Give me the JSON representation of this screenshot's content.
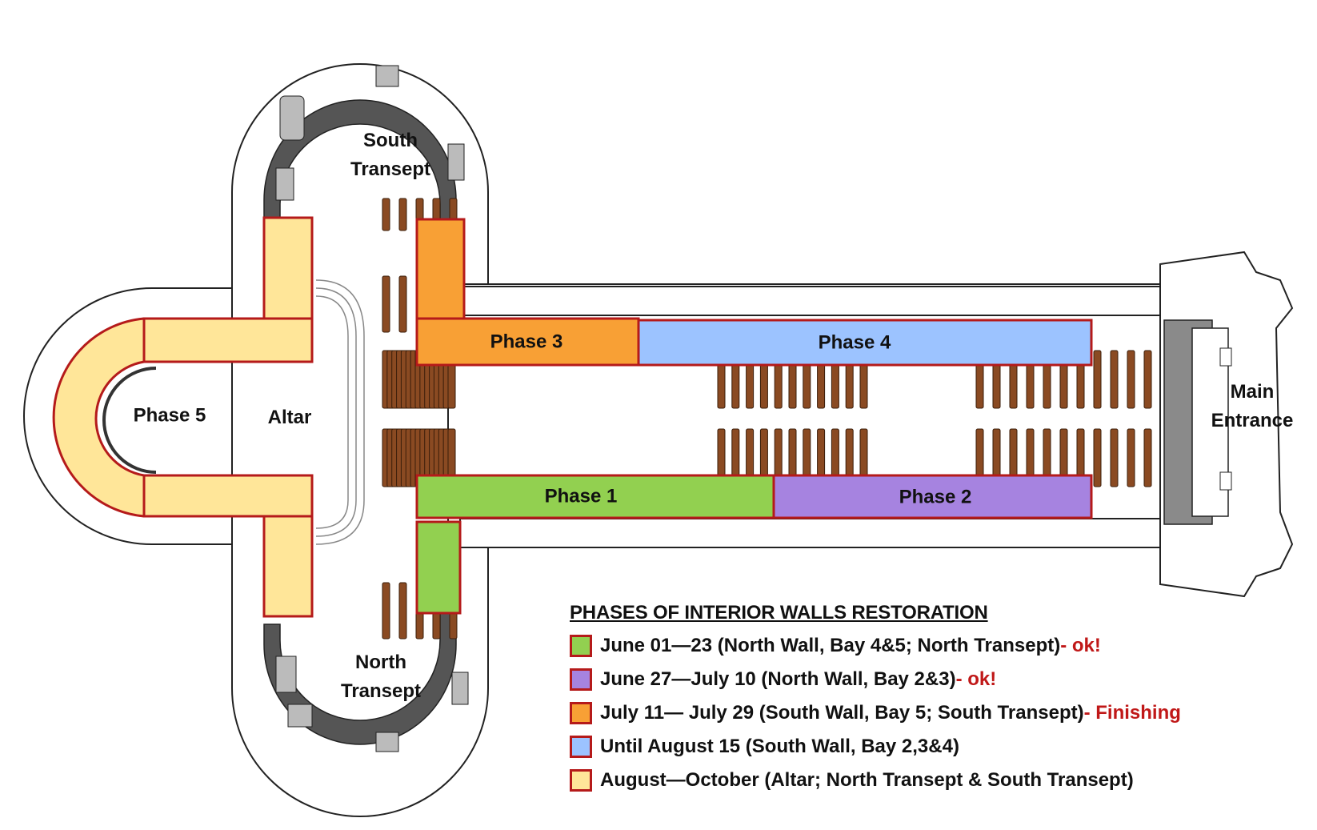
{
  "labels": {
    "south_transept": [
      "South",
      "Transept"
    ],
    "north_transept": [
      "North",
      "Transept"
    ],
    "altar": "Altar",
    "main_entrance": [
      "Main",
      "Entrance"
    ]
  },
  "phases": [
    {
      "id": "phase-1",
      "label": "Phase 1",
      "color": "#92d050"
    },
    {
      "id": "phase-2",
      "label": "Phase 2",
      "color": "#a683e0"
    },
    {
      "id": "phase-3",
      "label": "Phase 3",
      "color": "#f8a035"
    },
    {
      "id": "phase-4",
      "label": "Phase 4",
      "color": "#9cc3ff"
    },
    {
      "id": "phase-5",
      "label": "Phase 5",
      "color": "#ffe699",
      "label_color": "#c01818"
    }
  ],
  "legend": {
    "title": "PHASES OF INTERIOR WALLS RESTORATION",
    "items": [
      {
        "color": "#92d050",
        "text": "June 01—23 (North Wall, Bay 4&5; North Transept)",
        "status": " - ok!"
      },
      {
        "color": "#a683e0",
        "text": "June 27—July 10 (North Wall, Bay 2&3)",
        "status": " - ok!"
      },
      {
        "color": "#f8a035",
        "text": "July 11— July 29 (South Wall, Bay 5; South Transept)",
        "status": " - Finishing"
      },
      {
        "color": "#9cc3ff",
        "text": "Until August 15 (South Wall, Bay 2,3&4)",
        "status": ""
      },
      {
        "color": "#ffe699",
        "text": "August—October (Altar; North Transept & South Transept)",
        "status": ""
      }
    ]
  },
  "colors": {
    "outline": "#b51a1a",
    "pew": "#8a4a22",
    "status_text": "#c01818"
  }
}
